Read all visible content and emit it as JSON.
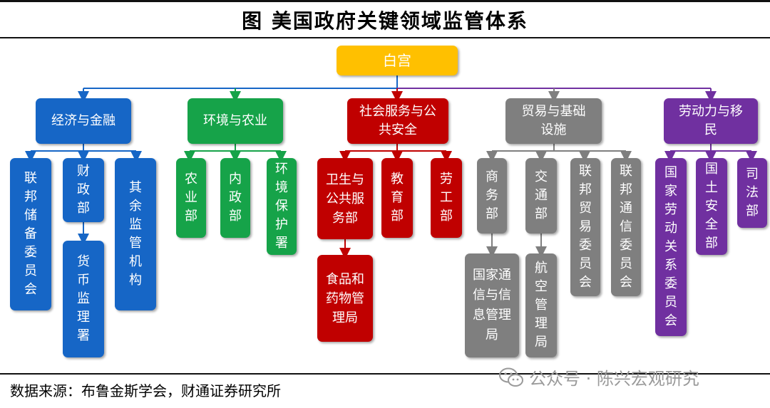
{
  "title": "图  美国政府关键领域监管体系",
  "root": {
    "label": "白宫",
    "color": "#ffc000"
  },
  "groups": [
    {
      "label": "经济与金融",
      "color": "#1666c6"
    },
    {
      "label": "环境与农业",
      "color": "#16a349"
    },
    {
      "label": "社会服务与公共安全",
      "color": "#c00000"
    },
    {
      "label": "贸易与基础设施",
      "color": "#7f7f7f"
    },
    {
      "label": "劳动力与移民",
      "color": "#7030a0"
    }
  ],
  "agencies": {
    "fed": "联邦储备委员会",
    "treasury": "财政部",
    "occ": "货币监理署",
    "other_regulators": "其余监管机构",
    "agriculture": "农业部",
    "interior": "内政部",
    "epa": "环境保护署",
    "hhs": "卫生与公共服务部",
    "fda": "食品和药物管理局",
    "education": "教育部",
    "labor": "劳工部",
    "commerce": "商务部",
    "ntia": "国家通信与信息管理局",
    "transportation": "交通部",
    "faa": "航空管理局",
    "ftc": "联邦贸易委员会",
    "fcc": "联邦通信委员会",
    "nlrb": "国家劳动关系委员会",
    "dhs": "国土安全部",
    "justice": "司法部"
  },
  "source": "数据来源：布鲁金斯学会，财通证券研究所",
  "watermark": "公众号 · 陈兴宏观研究",
  "icons": {
    "watermark_icon": "wechat-icon"
  }
}
